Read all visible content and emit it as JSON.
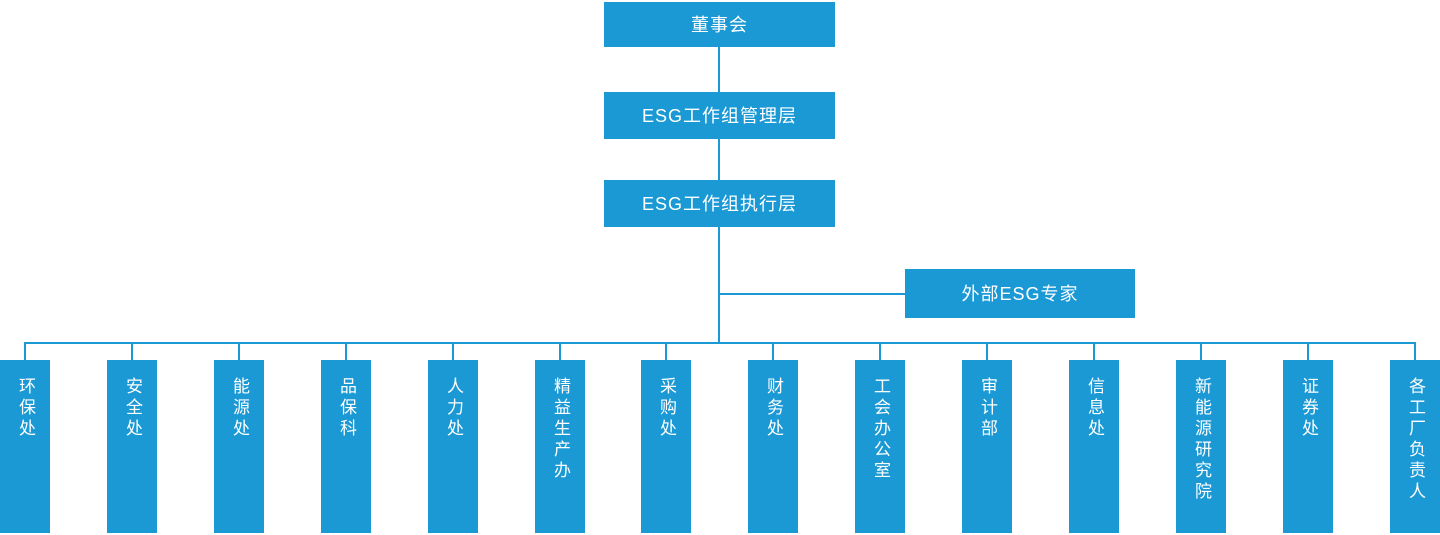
{
  "org_chart": {
    "root": "董事会",
    "management": "ESG工作组管理层",
    "execution": "ESG工作组执行层",
    "external_advisor": "外部ESG专家",
    "departments": [
      "环保处",
      "安全处",
      "能源处",
      "品保科",
      "人力处",
      "精益生产办",
      "采购处",
      "财务处",
      "工会办公室",
      "审计部",
      "信息处",
      "新能源研究院",
      "证券处",
      "各工厂负责人"
    ]
  },
  "colors": {
    "primary_blue": "#1B99D5",
    "text": "#FFFFFF",
    "background": "#FFFFFF"
  }
}
